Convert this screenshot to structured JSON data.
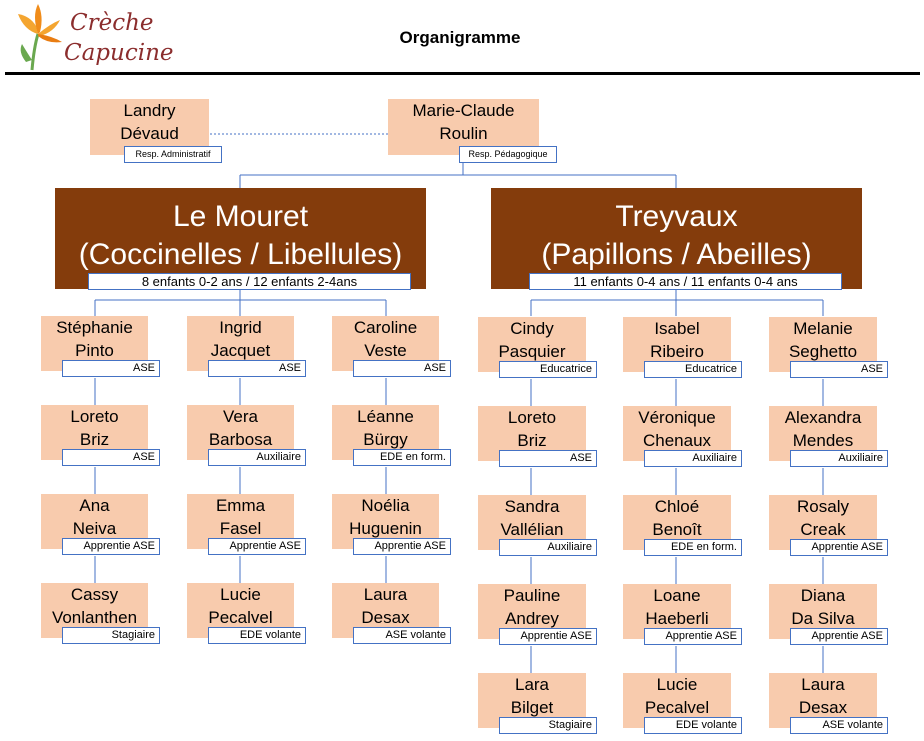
{
  "header": {
    "logo_line1": "Crèche",
    "logo_line2": "Capucine",
    "title": "Organigramme"
  },
  "direction": {
    "admin": {
      "first": "Landry",
      "last": "Dévaud",
      "role": "Resp. Administratif"
    },
    "peda": {
      "first": "Marie-Claude",
      "last": "Roulin",
      "role": "Resp. Pédagogique"
    }
  },
  "sites": [
    {
      "line1": "Le Mouret",
      "line2": "(Coccinelles / Libellules)",
      "sub": "8 enfants 0-2 ans    /    12 enfants 2-4ans",
      "columns": [
        [
          {
            "first": "Stéphanie",
            "last": "Pinto",
            "role": "ASE"
          },
          {
            "first": "Loreto",
            "last": "Briz",
            "role": "ASE"
          },
          {
            "first": "Ana",
            "last": "Neiva",
            "role": "Apprentie ASE"
          },
          {
            "first": "Cassy",
            "last": "Vonlanthen",
            "role": "Stagiaire"
          }
        ],
        [
          {
            "first": "Ingrid",
            "last": "Jacquet",
            "role": "ASE"
          },
          {
            "first": "Vera",
            "last": "Barbosa",
            "role": "Auxiliaire"
          },
          {
            "first": "Emma",
            "last": "Fasel",
            "role": "Apprentie ASE"
          },
          {
            "first": "Lucie",
            "last": "Pecalvel",
            "role": "EDE volante"
          }
        ],
        [
          {
            "first": "Caroline",
            "last": "Veste",
            "role": "ASE"
          },
          {
            "first": "Léanne",
            "last": "Bürgy",
            "role": "EDE en form."
          },
          {
            "first": "Noélia",
            "last": "Huguenin",
            "role": "Apprentie ASE"
          },
          {
            "first": "Laura",
            "last": "Desax",
            "role": "ASE volante"
          }
        ]
      ]
    },
    {
      "line1": "Treyvaux",
      "line2": "(Papillons / Abeilles)",
      "sub": "11 enfants 0-4 ans    /    11 enfants 0-4 ans",
      "columns": [
        [
          {
            "first": "Cindy",
            "last": "Pasquier",
            "role": "Educatrice"
          },
          {
            "first": "Loreto",
            "last": "Briz",
            "role": "ASE"
          },
          {
            "first": "Sandra",
            "last": "Vallélian",
            "role": "Auxiliaire"
          },
          {
            "first": "Pauline",
            "last": "Andrey",
            "role": "Apprentie ASE"
          },
          {
            "first": "Lara",
            "last": "Bilget",
            "role": "Stagiaire"
          }
        ],
        [
          {
            "first": "Isabel",
            "last": "Ribeiro",
            "role": "Educatrice"
          },
          {
            "first": "Véronique",
            "last": "Chenaux",
            "role": "Auxiliaire"
          },
          {
            "first": "Chloé",
            "last": "Benoît",
            "role": "EDE en form."
          },
          {
            "first": "Loane",
            "last": "Haeberli",
            "role": "Apprentie ASE"
          },
          {
            "first": "Lucie",
            "last": "Pecalvel",
            "role": "EDE volante"
          }
        ],
        [
          {
            "first": "Melanie",
            "last": "Seghetto",
            "role": "ASE"
          },
          {
            "first": "Alexandra",
            "last": "Mendes",
            "role": "Auxiliaire"
          },
          {
            "first": "Rosaly",
            "last": "Creak",
            "role": "Apprentie ASE"
          },
          {
            "first": "Diana",
            "last": "Da Silva",
            "role": "Apprentie ASE"
          },
          {
            "first": "Laura",
            "last": "Desax",
            "role": "ASE volante"
          }
        ]
      ]
    }
  ],
  "colors": {
    "staff_box": "#f8cbad",
    "site_box": "#843c0c",
    "connector": "#4472c4"
  }
}
